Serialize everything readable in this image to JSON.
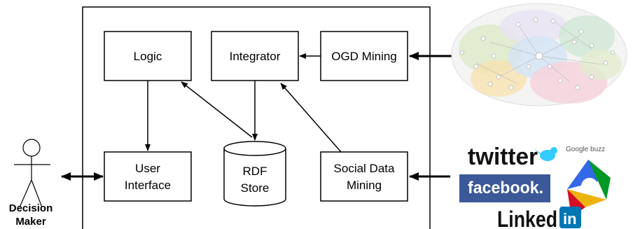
{
  "nodes": {
    "logic": "Logic",
    "integrator": "Integrator",
    "ogd_mining": "OGD Mining",
    "user_interface": [
      "User",
      "Interface"
    ],
    "rdf_store": [
      "RDF",
      "Store"
    ],
    "social_data_mining": [
      "Social Data",
      "Mining"
    ]
  },
  "actor": {
    "label": [
      "Decision",
      "Maker"
    ]
  },
  "logos": {
    "twitter": "twitter",
    "google_buzz": "Google buzz",
    "facebook": "facebook.",
    "linkedin": "Linked",
    "linkedin_in": "in"
  },
  "icons": {
    "actor": "stick-figure-icon",
    "lod_cloud": "linked-data-cloud-graphic",
    "twitter_bird": "bird-icon",
    "buzz": "speech-bubble-icon"
  },
  "colors": {
    "stroke": "#000000",
    "facebook_blue": "#3b5998",
    "linkedin_blue": "#0077b5",
    "twitter_blue": "#33ccff"
  }
}
